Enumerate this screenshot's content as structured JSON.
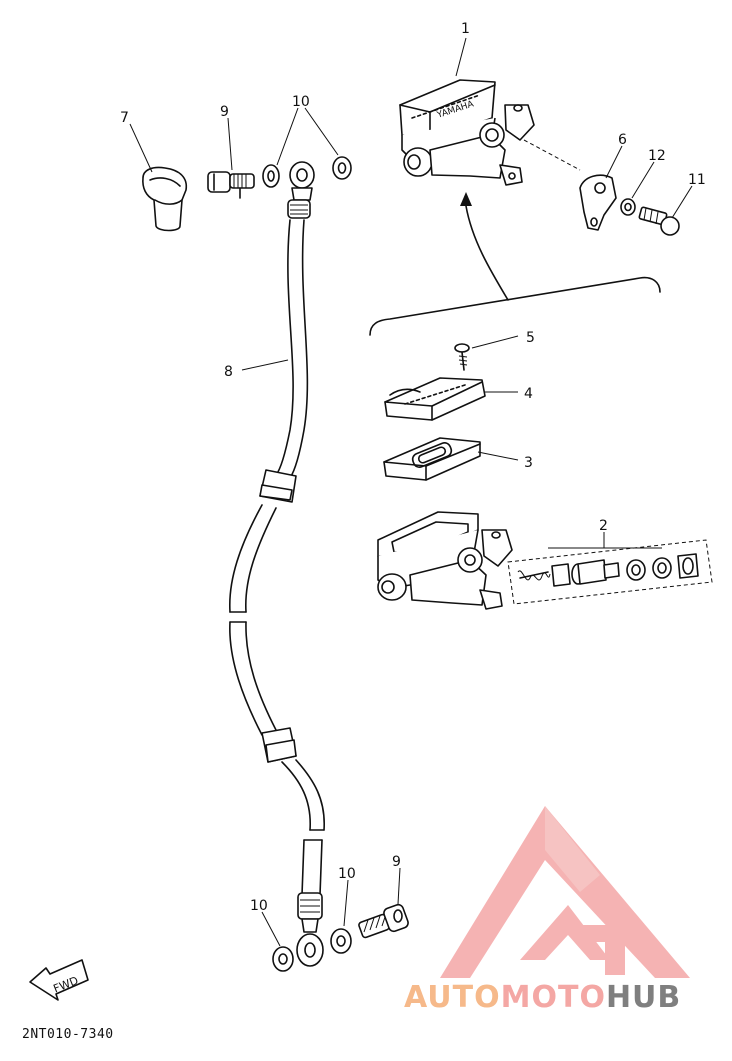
{
  "diagram": {
    "callouts": {
      "c1": "1",
      "c2": "2",
      "c3": "3",
      "c4": "4",
      "c5": "5",
      "c6": "6",
      "c7": "7",
      "c8": "8",
      "c9a": "9",
      "c9b": "9",
      "c10a": "10",
      "c10b": "10",
      "c10c": "10",
      "c11": "11",
      "c12": "12"
    },
    "fwd_label": "FWD",
    "reservoir_text": "YAMAHA",
    "part_code": "2NT010-7340"
  },
  "watermark": {
    "part1": "AUTO",
    "part2": "MOTO",
    "part3": "HUB",
    "colors": {
      "auto": "#f6b98a",
      "moto": "#f4a7a4",
      "hub": "#7f7f7f",
      "logo": "#f29a9a"
    }
  }
}
